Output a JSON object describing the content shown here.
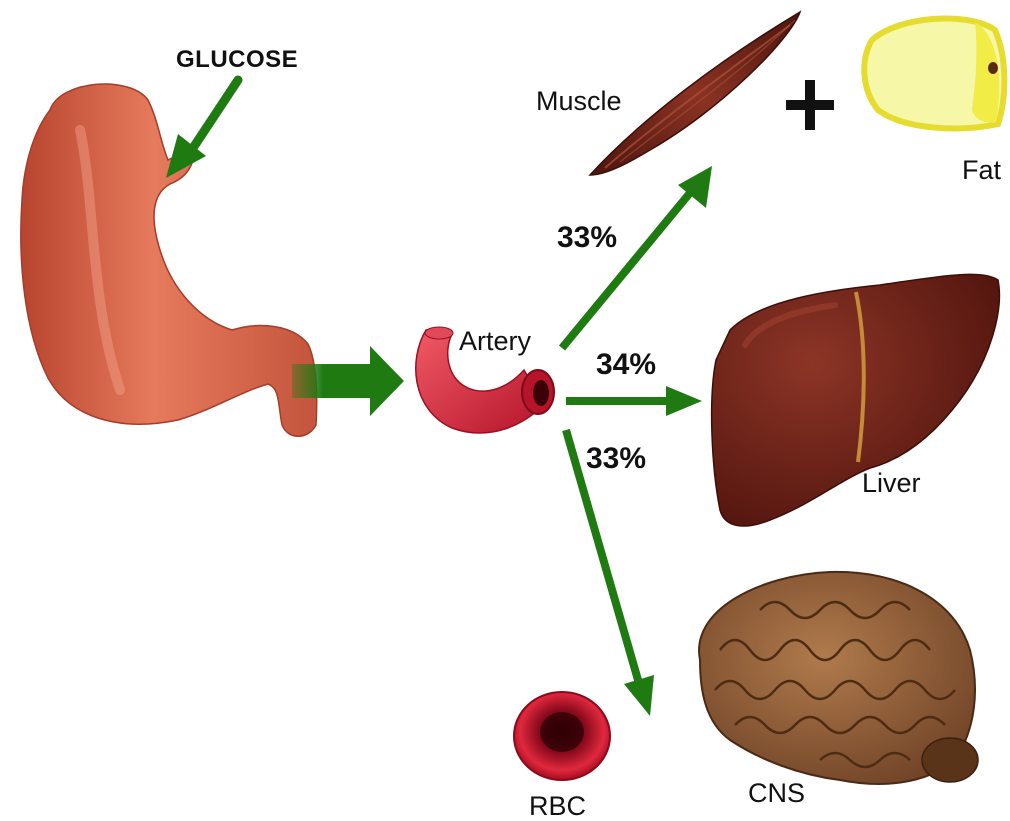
{
  "labels": {
    "glucose": "GLUCOSE",
    "muscle": "Muscle",
    "fat": "Fat",
    "artery": "Artery",
    "liver": "Liver",
    "rbc": "RBC",
    "cns": "CNS"
  },
  "percentages": {
    "to_muscle_fat": "33%",
    "to_liver": "34%",
    "to_rbc_cns": "33%"
  },
  "colors": {
    "arrow": "#1f7a12",
    "stomach": "#d9654a",
    "artery": "#d62a3a",
    "muscle": "#6e2318",
    "fat_cell": "#f2ec46",
    "liver": "#6a1f16",
    "rbc": "#c8102a",
    "brain": "#8c5a35"
  },
  "icons": [
    "stomach-icon",
    "artery-icon",
    "muscle-icon",
    "plus-icon",
    "fat-cell-icon",
    "liver-icon",
    "red-blood-cell-icon",
    "brain-icon"
  ]
}
